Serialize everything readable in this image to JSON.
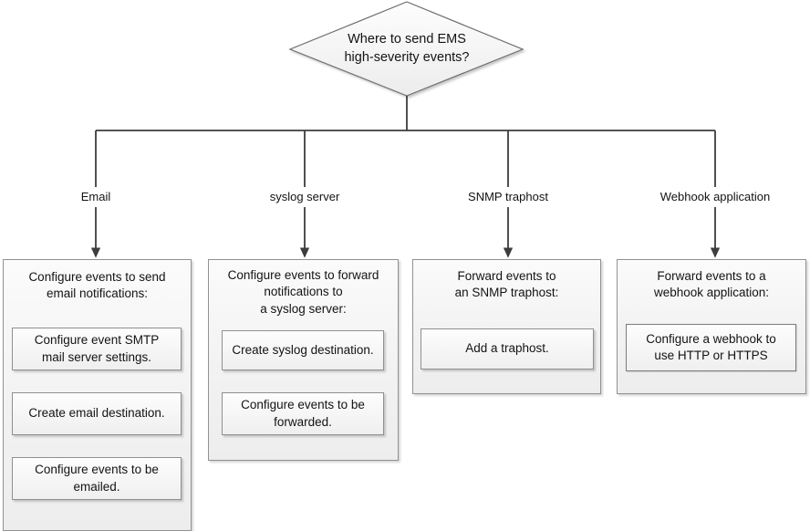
{
  "diagram": {
    "title": "Where to send EMS high-severity events decision flowchart",
    "colors": {
      "connector": "#404040",
      "node_border": "#8f8f8f",
      "node_fill": "#f5f5f5",
      "text": "#131313",
      "background": "#ffffff"
    },
    "decision": {
      "label": "Where to send EMS\nhigh-severity events?",
      "shape": "diamond"
    },
    "branches": [
      {
        "edge_label": "Email",
        "group_title": "Configure events to send\nemail notifications:",
        "steps": [
          "Configure event SMTP\nmail server settings.",
          "Create email destination.",
          "Configure events to be\nemailed."
        ]
      },
      {
        "edge_label": "syslog server",
        "group_title": "Configure events to forward\nnotifications to\na syslog server:",
        "steps": [
          "Create syslog destination.",
          "Configure events to be\nforwarded."
        ]
      },
      {
        "edge_label": "SNMP traphost",
        "group_title": "Forward events  to\nan SNMP traphost:",
        "steps": [
          "Add a traphost."
        ]
      },
      {
        "edge_label": "Webhook application",
        "group_title": "Forward events to a\nwebhook application:",
        "steps": [
          "Configure a webhook to\nuse HTTP or HTTPS"
        ]
      }
    ]
  }
}
